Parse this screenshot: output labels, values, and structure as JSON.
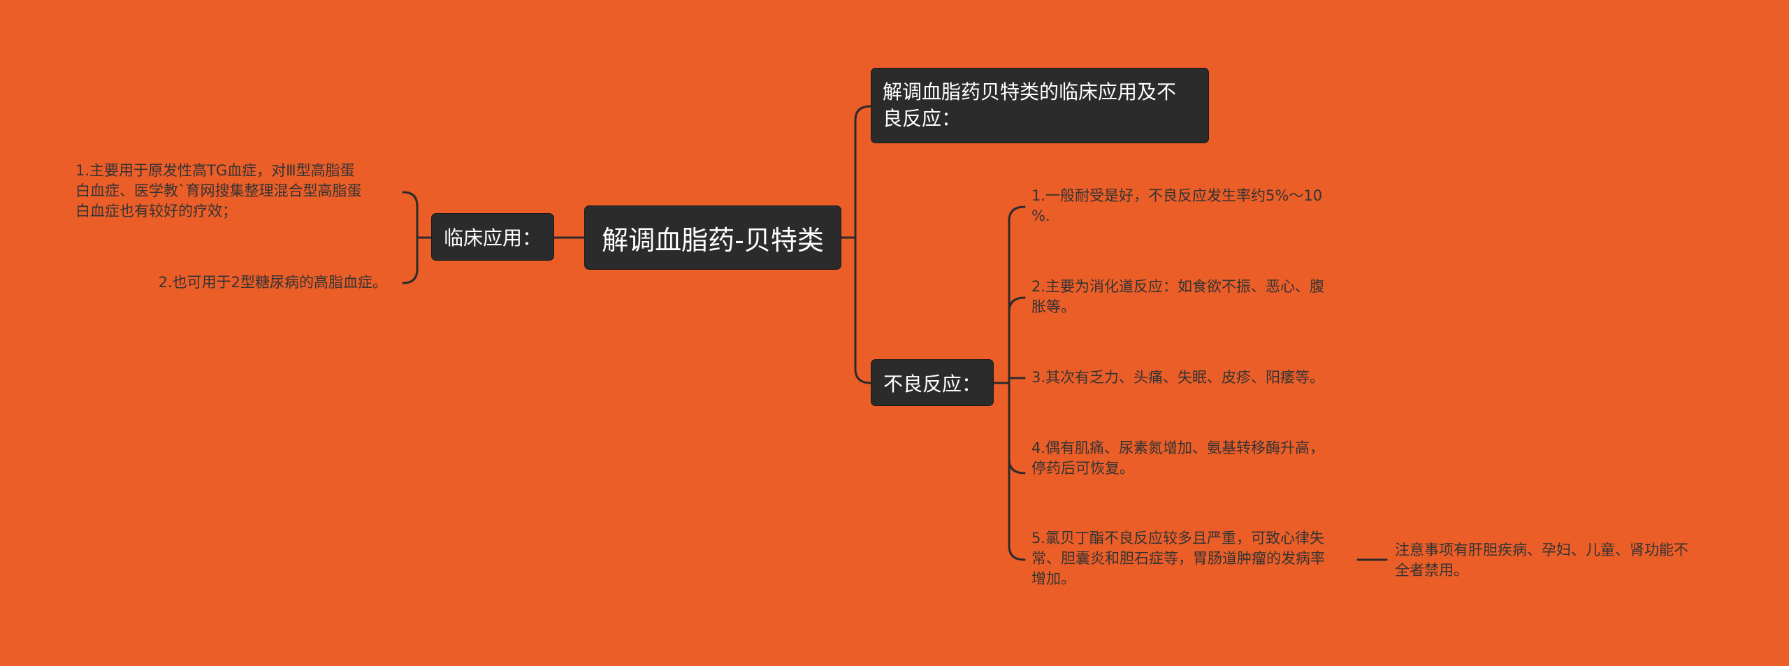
{
  "root": {
    "label": "解调血脂药-贝特类"
  },
  "left_branch": {
    "label": "临床应用：",
    "leaves": [
      "1.主要用于原发性高TG血症，对Ⅲ型高脂蛋\n白血症、医学教`育网搜集整理混合型高脂蛋\n白血症也有较好的疗效；",
      "2.也可用于2型糖尿病的高脂血症。"
    ]
  },
  "right_top_branch": {
    "label": "解调血脂药贝特类的临床应用及不\n良反应："
  },
  "right_bottom_branch": {
    "label": "不良反应：",
    "leaves": [
      "1.一般耐受是好，不良反应发生率约5%～10\n%.",
      "2.主要为消化道反应：如食欲不振、恶心、腹\n胀等。",
      "3.其次有乏力、头痛、失眠、皮疹、阳痿等。",
      "4.偶有肌痛、尿素氮增加、氨基转移酶升高，\n停药后可恢复。",
      "5.氯贝丁酯不良反应较多且严重，可致心律失\n常、胆囊炎和胆石症等，胃肠道肿瘤的发病率\n增加。"
    ],
    "sub_leaf": "注意事项有肝胆疾病、孕妇、儿童、肾功能不\n全者禁用。"
  },
  "colors": {
    "background": "#EC5E28",
    "node_fill": "#2B2B2B",
    "node_text": "#FFFFFF",
    "leaf_text": "#333333",
    "connector": "#2B2B2B"
  }
}
